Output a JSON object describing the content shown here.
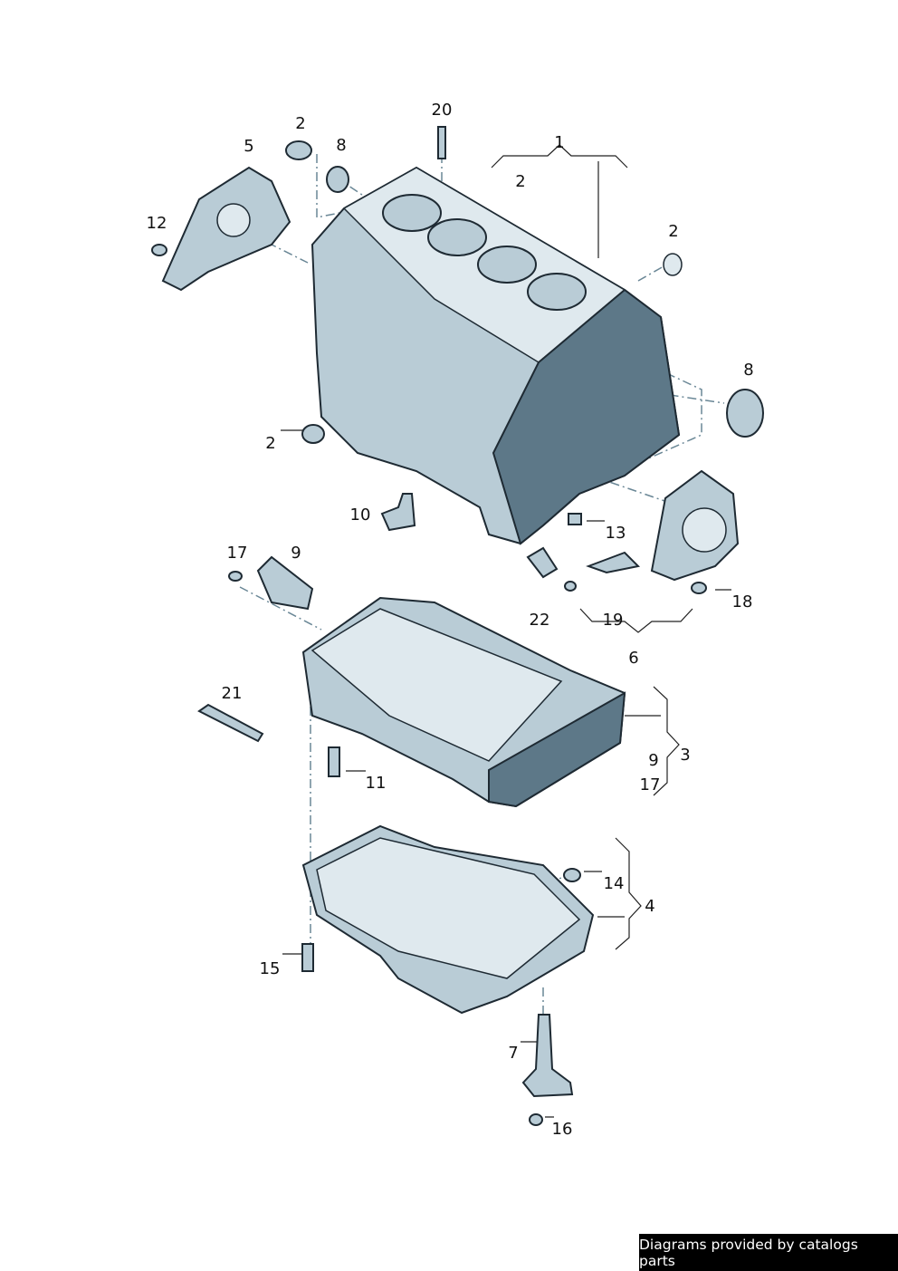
{
  "diagram": {
    "callouts": [
      "1",
      "2",
      "5",
      "8",
      "20",
      "2",
      "12",
      "2",
      "8",
      "2",
      "10",
      "13",
      "17",
      "9",
      "22",
      "19",
      "18",
      "6",
      "21",
      "3",
      "9",
      "17",
      "11",
      "14",
      "4",
      "15",
      "7",
      "16"
    ],
    "colors": {
      "part_fill": "#b9ccd6",
      "part_shadow": "#5d7888",
      "outline": "#1e2a33"
    }
  },
  "footer": {
    "text": "Diagrams provided by catalogs parts"
  }
}
